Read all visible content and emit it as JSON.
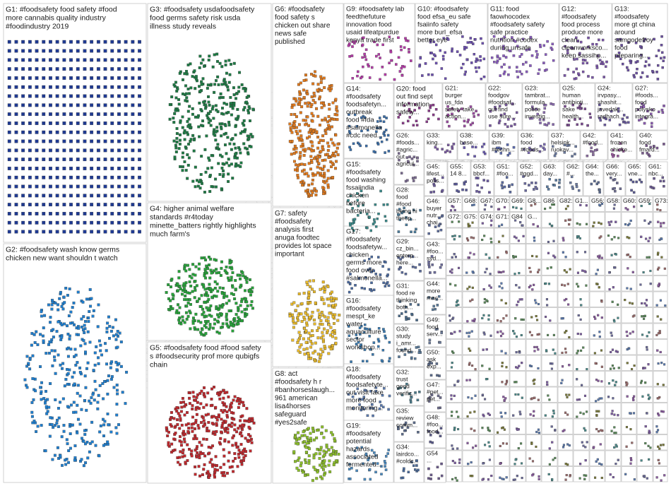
{
  "groups": [
    {
      "id": "G1",
      "lines": [
        "G1: #foodsafety food safety #food",
        "more cannabis quality industry",
        "#foodindustry 2019"
      ],
      "color": "#1f3a93"
    },
    {
      "id": "G2",
      "lines": [
        "G2: #foodsafety wash know germs",
        "chicken new want shouldn t watch"
      ],
      "color": "#1f7fd0"
    },
    {
      "id": "G3",
      "lines": [
        "G3: #foodsafety usdafoodsafety",
        "food germs safety risk usda",
        "illness study reveals"
      ],
      "color": "#1e7b45"
    },
    {
      "id": "G4",
      "lines": [
        "G4: higher animal welfare",
        "standards #r4today",
        "minette_batters rightly highlights",
        "much farm's"
      ],
      "color": "#27a33a"
    },
    {
      "id": "G5",
      "lines": [
        "G5: #foodsafety food #food safety",
        "s #foodsecurity prof more qubigfs",
        "chain"
      ],
      "color": "#c0282d"
    },
    {
      "id": "G6",
      "lines": [
        "G6: #foodsafety",
        "food safety s",
        "chicken out share",
        "news safe",
        "published"
      ],
      "color": "#e0791c"
    },
    {
      "id": "G7",
      "lines": [
        "G7: safety",
        "#foodsafety",
        "analysis first",
        "anuga foodtec",
        "provides lot space",
        "important"
      ],
      "color": "#e8b92a"
    },
    {
      "id": "G8",
      "lines": [
        "G8: act",
        "#foodsafety h r",
        "#banhorseslaugh...",
        "961 american",
        "lisa4horses",
        "safeguard",
        "#yes2safe"
      ],
      "color": "#8cbf2a"
    },
    {
      "id": "G9",
      "lines": [
        "G9: #foodsafety lab",
        "feedthefuture",
        "innovation food",
        "usaid lifeatpurdue",
        "kenya trade first"
      ],
      "color": "#b53aa8"
    },
    {
      "id": "G10",
      "lines": [
        "G10: #foodsafety",
        "food efsa_eu safe",
        "fsaiinfo safety",
        "more burl_efsa",
        "better eye"
      ],
      "color": "#6c4fb0"
    },
    {
      "id": "G11",
      "lines": [
        "G11: food",
        "faowhocodex",
        "#foodsafety safety",
        "safe practice",
        "nutrition #codex",
        "during unsafe"
      ],
      "color": "#8a5cc0"
    },
    {
      "id": "G12",
      "lines": [
        "G12:",
        "#foodsafety",
        "food process",
        "produce more",
        "clean",
        "cleanworksco...",
        "keep sassihp..."
      ],
      "color": "#7a55a8"
    },
    {
      "id": "G13",
      "lines": [
        "G13:",
        "#foodsafety",
        "more gt china",
        "around",
        "samgodefroy",
        "food",
        "preparing..."
      ],
      "color": "#6a4fa0"
    },
    {
      "id": "G14",
      "lines": [
        "G14:",
        "#foodsafety",
        "foodsafetyn...",
        "outbreak",
        "food #fda",
        "#salmonella",
        "#cdc need..."
      ],
      "color": "#3b6ea8"
    },
    {
      "id": "G15",
      "lines": [
        "G15:",
        "#foodsafety",
        "food washing",
        "fssaiindia",
        "chicken",
        "before",
        "bacteria..."
      ],
      "color": "#3a8a8a"
    },
    {
      "id": "G16",
      "lines": [
        "G16:",
        "#foodsafety",
        "mespt_ke",
        "water",
        "aquaculture",
        "sector",
        "workshop..."
      ],
      "color": "#3a7ab0"
    },
    {
      "id": "G17",
      "lines": [
        "G17:",
        "#foodsafety",
        "foodsafetyw...",
        "chicken",
        "germs more",
        "food over",
        "#salmonella..."
      ],
      "color": "#4a6aa0"
    },
    {
      "id": "G18",
      "lines": [
        "G18:",
        "#foodsafety",
        "foodsafetyte...",
        "out visit fake",
        "more food",
        "monitoring..."
      ],
      "color": "#5a7ab0"
    },
    {
      "id": "G19",
      "lines": [
        "G19:",
        "#foodsafety",
        "potential",
        "hazards",
        "associated",
        "fermented..."
      ],
      "color": "#4a8ac0"
    },
    {
      "id": "G20",
      "lines": [
        "G20: food",
        "out find sept",
        "information",
        "safety..."
      ],
      "color": "#8a3a8a"
    },
    {
      "id": "G21",
      "lines": [
        "G21:",
        "burger",
        "us_fda",
        "safety take",
        "action..."
      ],
      "color": "#9a4aa0"
    },
    {
      "id": "G22",
      "lines": [
        "G22:",
        "foodgov",
        "#foodsaf...",
        "out find",
        "use sure..."
      ],
      "color": "#7a5aa0"
    },
    {
      "id": "G23",
      "lines": [
        "G23:",
        "tambrat...",
        "formula",
        "police",
        "investig..."
      ],
      "color": "#8a6ab0"
    },
    {
      "id": "G25",
      "lines": [
        "G25:",
        "human",
        "antibioti...",
        "sake",
        "health..."
      ],
      "color": "#7a4a90"
    },
    {
      "id": "G24",
      "lines": [
        "G24:",
        "irvpasy...",
        "shashit...",
        "javedak...",
        "radhach..."
      ],
      "color": "#6a5aa0"
    },
    {
      "id": "G27",
      "lines": [
        "G27:",
        "#foods...",
        "food",
        "polysko",
        "integra..."
      ],
      "color": "#8a5ab0"
    },
    {
      "id": "G26",
      "lines": [
        "G26:",
        "#foods...",
        "#agric...",
        "out",
        "agricul..."
      ],
      "color": "#7a6a90"
    },
    {
      "id": "G33",
      "lines": [
        "G33:",
        "king..."
      ],
      "color": "#7a5aa0"
    },
    {
      "id": "G38",
      "lines": [
        "G38:",
        "base..."
      ],
      "color": "#6a5ab0"
    },
    {
      "id": "G39",
      "lines": [
        "G39:",
        "ibm",
        "#techn..."
      ],
      "color": "#5a6ab0"
    },
    {
      "id": "G36",
      "lines": [
        "G36:",
        "food",
        "#foods..."
      ],
      "color": "#7a6ab0"
    },
    {
      "id": "G37",
      "lines": [
        "G37:",
        "helsink...",
        "ruokav..."
      ],
      "color": "#6a7aa0"
    },
    {
      "id": "G42",
      "lines": [
        "G42:",
        "#food..."
      ],
      "color": "#8a6aa0"
    },
    {
      "id": "G41",
      "lines": [
        "G41:",
        "frozen",
        "chicke..."
      ],
      "color": "#9a5aa0"
    },
    {
      "id": "G40",
      "lines": [
        "G40:",
        "food",
        "fmard..."
      ],
      "color": "#7a5a90"
    },
    {
      "id": "G28",
      "lines": [
        "G28:",
        "food",
        "#food",
        "being hi",
        "theop..."
      ],
      "color": "#4a7a9a"
    },
    {
      "id": "G29",
      "lines": [
        "G29:",
        "cz_bin...",
        "enterp...",
        "here..."
      ],
      "color": "#5a6a9a"
    },
    {
      "id": "G31",
      "lines": [
        "G31:",
        "food re",
        "thinking",
        "both..."
      ],
      "color": "#4a6a8a"
    },
    {
      "id": "G30",
      "lines": [
        "G30:",
        "study",
        "i_amr...",
        "found..."
      ],
      "color": "#5a7a9a"
    },
    {
      "id": "G32",
      "lines": [
        "G32:",
        "trust",
        "good",
        "verific..."
      ],
      "color": "#4a7a8a"
    },
    {
      "id": "G35",
      "lines": [
        "G35:",
        "review",
        "comm..."
      ],
      "color": "#5a6a8a"
    },
    {
      "id": "G34",
      "lines": [
        "G34:",
        "lairdco...",
        "#coldc..."
      ],
      "color": "#4a6a9a"
    },
    {
      "id": "G45",
      "lines": [
        "G45:",
        "lifest...",
        "polis..."
      ],
      "color": "#6a5a9a"
    },
    {
      "id": "G55",
      "lines": [
        "G55:",
        "14 8..."
      ],
      "color": "#5a5a9a"
    },
    {
      "id": "G53",
      "lines": [
        "G53:",
        "bbcf..."
      ],
      "color": "#6a5aa0"
    },
    {
      "id": "G51",
      "lines": [
        "G51:",
        "#foo..."
      ],
      "color": "#5a6aa0"
    },
    {
      "id": "G52",
      "lines": [
        "G52:",
        "#ggd..."
      ],
      "color": "#6a6aa0"
    },
    {
      "id": "G63",
      "lines": [
        "G63:",
        "day..."
      ],
      "color": "#5a7aa0"
    },
    {
      "id": "G62",
      "lines": [
        "G62:",
        "#..."
      ],
      "color": "#6a7aa0"
    },
    {
      "id": "G64",
      "lines": [
        "G64:",
        "the..."
      ],
      "color": "#5a6a90"
    },
    {
      "id": "G66",
      "lines": [
        "G66:",
        "very..."
      ],
      "color": "#6a6a90"
    },
    {
      "id": "G65",
      "lines": [
        "G65:",
        "vne..."
      ],
      "color": "#5a5a90"
    },
    {
      "id": "G61",
      "lines": [
        "G61:",
        "nbc..."
      ],
      "color": "#6a5a90"
    },
    {
      "id": "G46",
      "lines": [
        "G46:",
        "buyer",
        "nutr...",
        "chai..."
      ],
      "color": "#5a6a9a"
    },
    {
      "id": "G43",
      "lines": [
        "G43:",
        "#foo...",
        "syd..."
      ],
      "color": "#6a6a9a"
    },
    {
      "id": "G44",
      "lines": [
        "G44:",
        "more",
        "mac..."
      ],
      "color": "#5a7a9a"
    },
    {
      "id": "G49",
      "lines": [
        "G49:",
        "food",
        "serv..."
      ],
      "color": "#6a7a9a"
    },
    {
      "id": "G50",
      "lines": [
        "G50:",
        "ask",
        "exp..."
      ],
      "color": "#5a6a8a"
    },
    {
      "id": "G47",
      "lines": [
        "G47:",
        "#pet...",
        "pet..."
      ],
      "color": "#6a6a8a"
    },
    {
      "id": "G48",
      "lines": [
        "G48:",
        "#foo...",
        "food..."
      ],
      "color": "#5a5a8a"
    },
    {
      "id": "G54",
      "lines": [
        "G54",
        "..."
      ],
      "color": "#6a5a8a"
    }
  ],
  "small_groups_note": "G56–G87 and unlabeled small groups",
  "small_labels": [
    "G57:",
    "G68:",
    "G67:",
    "G70:",
    "G69:",
    "G8...",
    "G86",
    "G82:",
    "G1...",
    "G56:",
    "G58:",
    "G60:",
    "G59:",
    "G73:",
    "G72:",
    "G75:",
    "G74:",
    "G71:",
    "G84",
    "G..."
  ]
}
